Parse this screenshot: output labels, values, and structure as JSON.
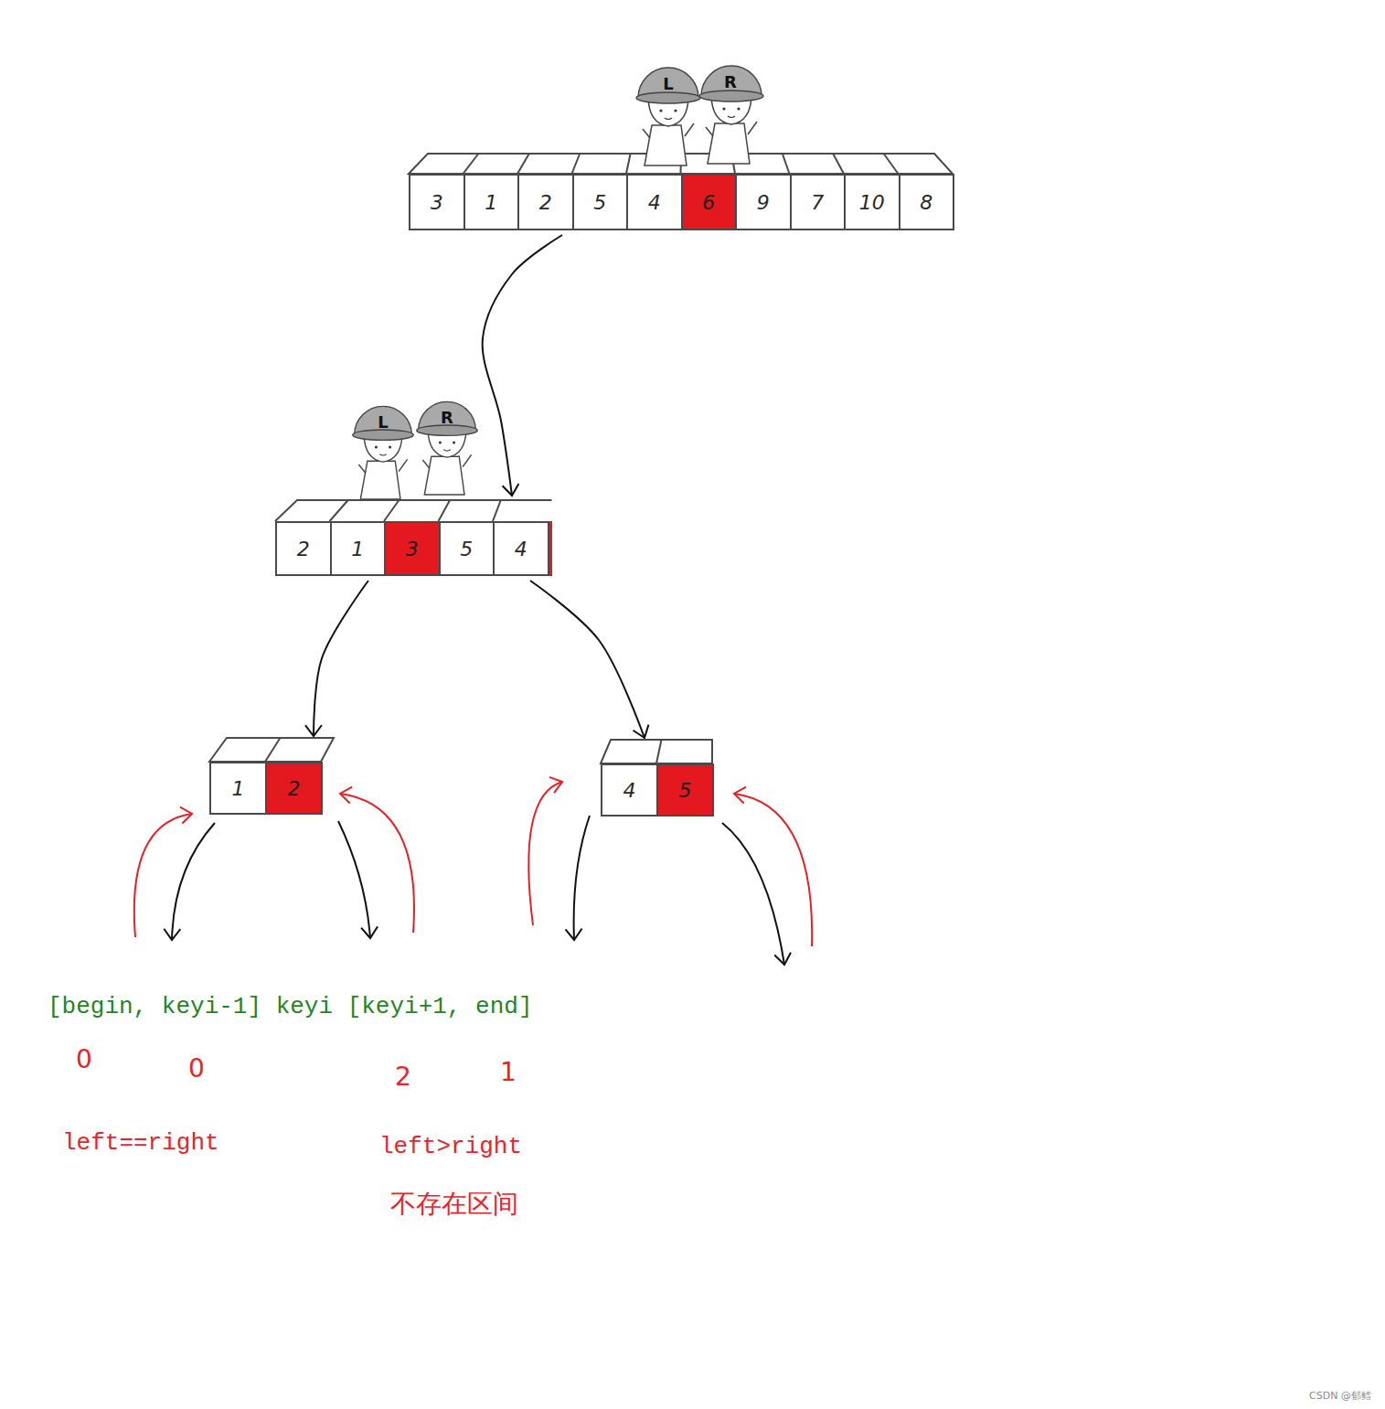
{
  "diagram": {
    "nodes": [
      {
        "text": []
      },
      {
        "text": [
          "3"
        ],
        "in": 0
      },
      {
        "text": [
          "1"
        ],
        "in": 0
      },
      {
        "text": [
          "2"
        ],
        "in": 0
      },
      {
        "text": [
          "5"
        ],
        "in": 0
      },
      {
        "text": [
          "4"
        ],
        "in": 0
      },
      {
        "text": [
          "6"
        ],
        "in": 0
      },
      {
        "text": [
          "9"
        ],
        "in": 0
      },
      {
        "text": [
          "7"
        ],
        "in": 0
      },
      {
        "text": [
          "10"
        ],
        "in": 0
      },
      {
        "text": [
          "8"
        ],
        "in": 0
      },
      {
        "text": []
      },
      {
        "text": [
          "2"
        ],
        "in": 11
      },
      {
        "text": [
          "1"
        ],
        "in": 11
      },
      {
        "text": [
          "3"
        ],
        "in": 11
      },
      {
        "text": [
          "5"
        ],
        "in": 11
      },
      {
        "text": [
          "4"
        ],
        "in": 11
      },
      {
        "text": []
      },
      {
        "text": [
          "1"
        ],
        "in": 17
      },
      {
        "text": [
          "2"
        ],
        "in": 17
      },
      {
        "text": []
      },
      {
        "text": [
          "4"
        ],
        "in": 20
      },
      {
        "text": [
          "5"
        ],
        "in": 20
      }
    ],
    "edges": [
      {
        "from": 0,
        "to": 11,
        "arrow": "to"
      },
      {
        "from": 11,
        "to": 17,
        "arrow": "to"
      },
      {
        "from": 11,
        "to": 20,
        "arrow": "to"
      }
    ],
    "labels": [
      "L",
      "R",
      "L",
      "R",
      "[begin, keyi-1] keyi [keyi+1, end]",
      "0",
      "0",
      "2",
      "1",
      "left==right",
      "left>right",
      "不存在区间",
      "CSDN @郁鳕"
    ]
  }
}
